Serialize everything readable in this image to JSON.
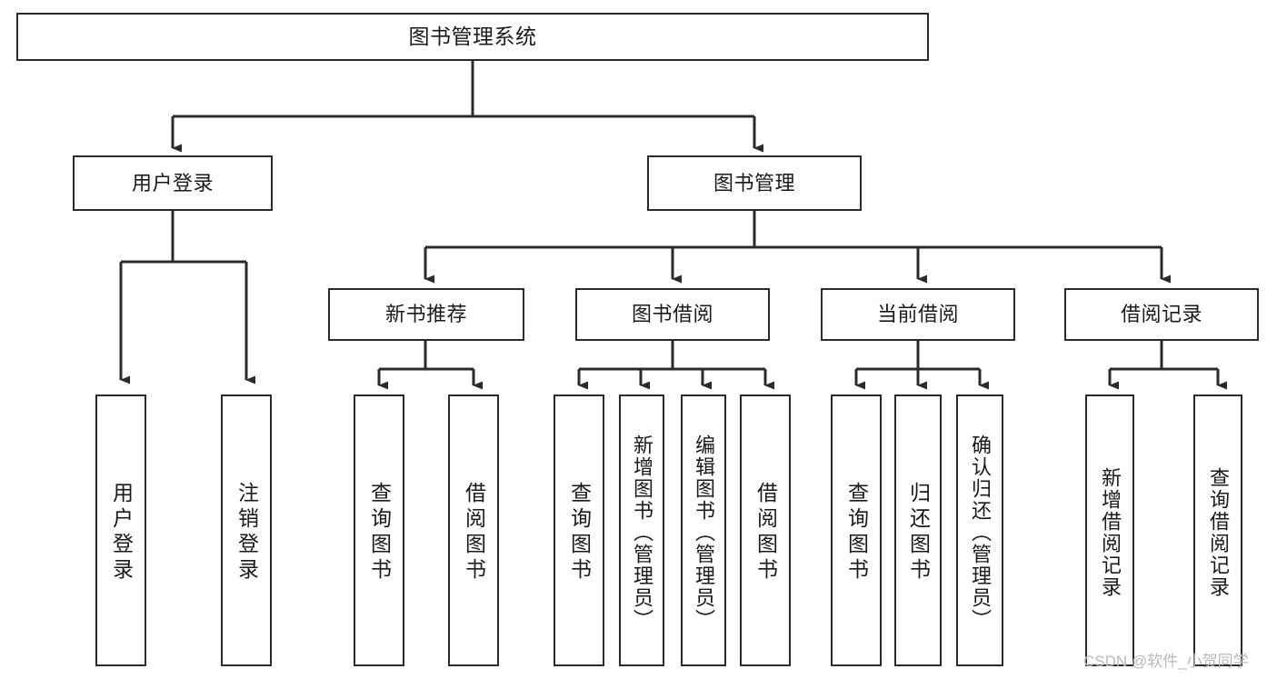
{
  "diagram": {
    "title": "图书管理系统",
    "type": "tree-hierarchy-chart",
    "colors": {
      "background": "#ffffff",
      "box_border": "#2b2b2b",
      "box_fill": "#ffffff",
      "connector": "#2b2b2b",
      "text": "#1a1a1a",
      "watermark": "#b9b9b9"
    },
    "root": {
      "label": "图书管理系统"
    },
    "level2": [
      {
        "label": "用户登录"
      },
      {
        "label": "图书管理"
      }
    ],
    "level3": [
      {
        "label": "新书推荐"
      },
      {
        "label": "图书借阅"
      },
      {
        "label": "当前借阅"
      },
      {
        "label": "借阅记录"
      }
    ],
    "leaves": {
      "user_login": [
        {
          "label": "用户登录"
        },
        {
          "label": "注销登录"
        }
      ],
      "new_book_recommend": [
        {
          "label": "查询图书"
        },
        {
          "label": "借阅图书"
        }
      ],
      "book_borrow": [
        {
          "label": "查询图书"
        },
        {
          "label": "新增图书（管理员）"
        },
        {
          "label": "编辑图书（管理员）"
        },
        {
          "label": "借阅图书"
        }
      ],
      "current_borrow": [
        {
          "label": "查询图书"
        },
        {
          "label": "归还图书"
        },
        {
          "label": "确认归还（管理员）"
        }
      ],
      "borrow_record": [
        {
          "label": "新增借阅记录"
        },
        {
          "label": "查询借阅记录"
        }
      ]
    }
  },
  "watermark": {
    "text": "CSDN @软件_小贺同学"
  }
}
